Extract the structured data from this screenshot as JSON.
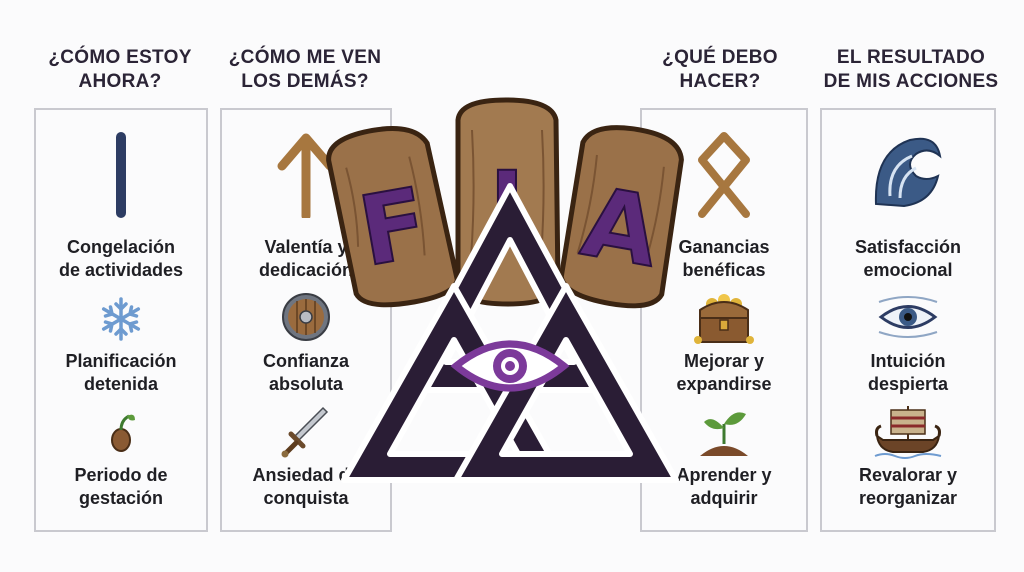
{
  "columns": [
    {
      "title_line1": "¿CÓMO ESTOY",
      "title_line2": "AHORA?",
      "items": [
        {
          "label_line1": "Congelación",
          "label_line2": "de actividades",
          "icon": "isa-rune-icon"
        },
        {
          "label_line1": "Planificación",
          "label_line2": "detenida",
          "icon": "snowflake-icon"
        },
        {
          "label_line1": "Periodo de",
          "label_line2": "gestación",
          "icon": "seed-icon"
        }
      ]
    },
    {
      "title_line1": "¿CÓMO ME VEN",
      "title_line2": "LOS DEMÁS?",
      "items": [
        {
          "label_line1": "Valentía y",
          "label_line2": "dedicación",
          "icon": "tiwaz-rune-icon"
        },
        {
          "label_line1": "Confianza",
          "label_line2": "absoluta",
          "icon": "shield-icon"
        },
        {
          "label_line1": "Ansiedad de",
          "label_line2": "conquista",
          "icon": "sword-icon"
        }
      ]
    },
    {
      "title_line1": "¿QUÉ DEBO",
      "title_line2": "HACER?",
      "items": [
        {
          "label_line1": "Ganancias",
          "label_line2": "benéficas",
          "icon": "othala-rune-icon"
        },
        {
          "label_line1": "Mejorar y",
          "label_line2": "expandirse",
          "icon": "treasure-chest-icon"
        },
        {
          "label_line1": "Aprender y",
          "label_line2": "adquirir",
          "icon": "sprout-icon"
        }
      ]
    },
    {
      "title_line1": "EL RESULTADO",
      "title_line2": "DE MIS ACCIONES",
      "items": [
        {
          "label_line1": "Satisfacción",
          "label_line2": "emocional",
          "icon": "wave-icon"
        },
        {
          "label_line1": "Intuición",
          "label_line2": "despierta",
          "icon": "eye-icon"
        },
        {
          "label_line1": "Revalorar y",
          "label_line2": "reorganizar",
          "icon": "viking-ship-icon"
        }
      ]
    }
  ],
  "center": {
    "runes": [
      "F",
      "I",
      "A"
    ],
    "symbol": "valknut-with-eye-icon"
  },
  "colors": {
    "rune_purple": "#5b2a7a",
    "wood": "#9a7149",
    "valknut": "#2a1d35",
    "eye": "#7c3a9a",
    "box_border": "#c9c9cf"
  }
}
